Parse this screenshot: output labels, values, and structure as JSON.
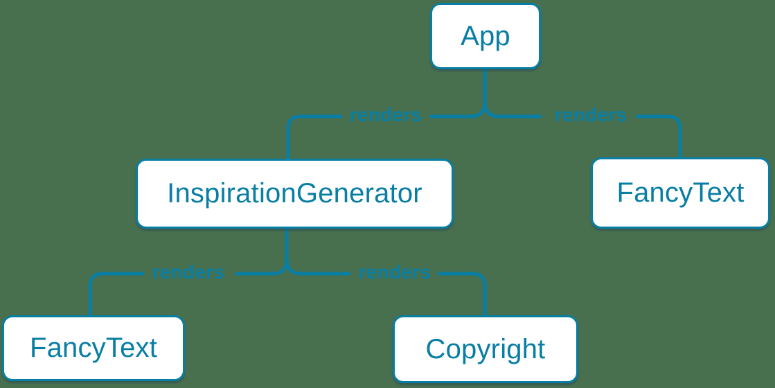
{
  "diagram": {
    "colors": {
      "background": "#48704F",
      "accent": "#087EA4",
      "node_fill": "#FFFFFF"
    },
    "nodes": {
      "app": {
        "label": "App"
      },
      "inspiration_generator": {
        "label": "InspirationGenerator"
      },
      "fancy_text_top": {
        "label": "FancyText"
      },
      "fancy_text_bottom": {
        "label": "FancyText"
      },
      "copyright": {
        "label": "Copyright"
      }
    },
    "edges": [
      {
        "from": "App",
        "to": "InspirationGenerator",
        "label": "renders"
      },
      {
        "from": "App",
        "to": "FancyText",
        "label": "renders"
      },
      {
        "from": "InspirationGenerator",
        "to": "FancyText",
        "label": "renders"
      },
      {
        "from": "InspirationGenerator",
        "to": "Copyright",
        "label": "renders"
      }
    ]
  }
}
